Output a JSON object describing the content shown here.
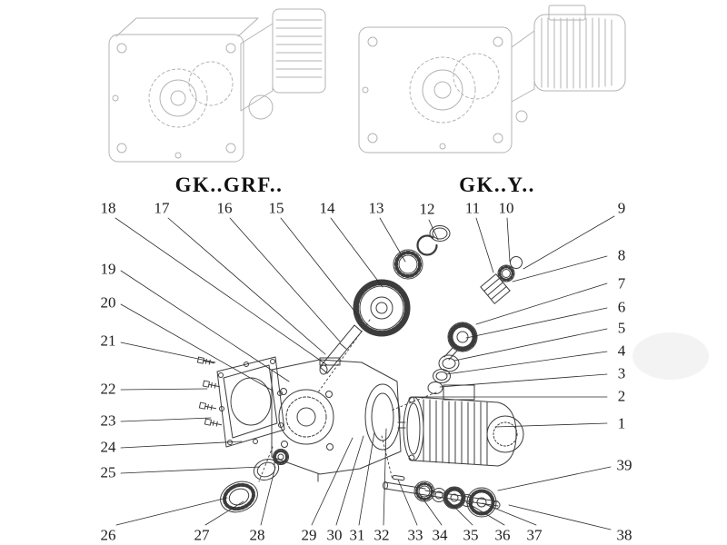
{
  "titles": {
    "left": "GK..GRF..",
    "right": "GK..Y.."
  },
  "colors": {
    "ink": "#1c1c1c",
    "drawing_line": "#3c3c3c",
    "illustration_line": "#b3b3b3"
  },
  "callouts": {
    "c1": "1",
    "c2": "2",
    "c3": "3",
    "c4": "4",
    "c5": "5",
    "c6": "6",
    "c7": "7",
    "c8": "8",
    "c9": "9",
    "c10": "10",
    "c11": "11",
    "c12": "12",
    "c13": "13",
    "c14": "14",
    "c15": "15",
    "c16": "16",
    "c17": "17",
    "c18": "18",
    "c19": "19",
    "c20": "20",
    "c21": "21",
    "c22": "22",
    "c23": "23",
    "c24": "24",
    "c25": "25",
    "c26": "26",
    "c27": "27",
    "c28": "28",
    "c29": "29",
    "c30": "30",
    "c31": "31",
    "c32": "32",
    "c33": "33",
    "c34": "34",
    "c35": "35",
    "c36": "36",
    "c37": "37",
    "c38": "38",
    "c39": "39"
  }
}
